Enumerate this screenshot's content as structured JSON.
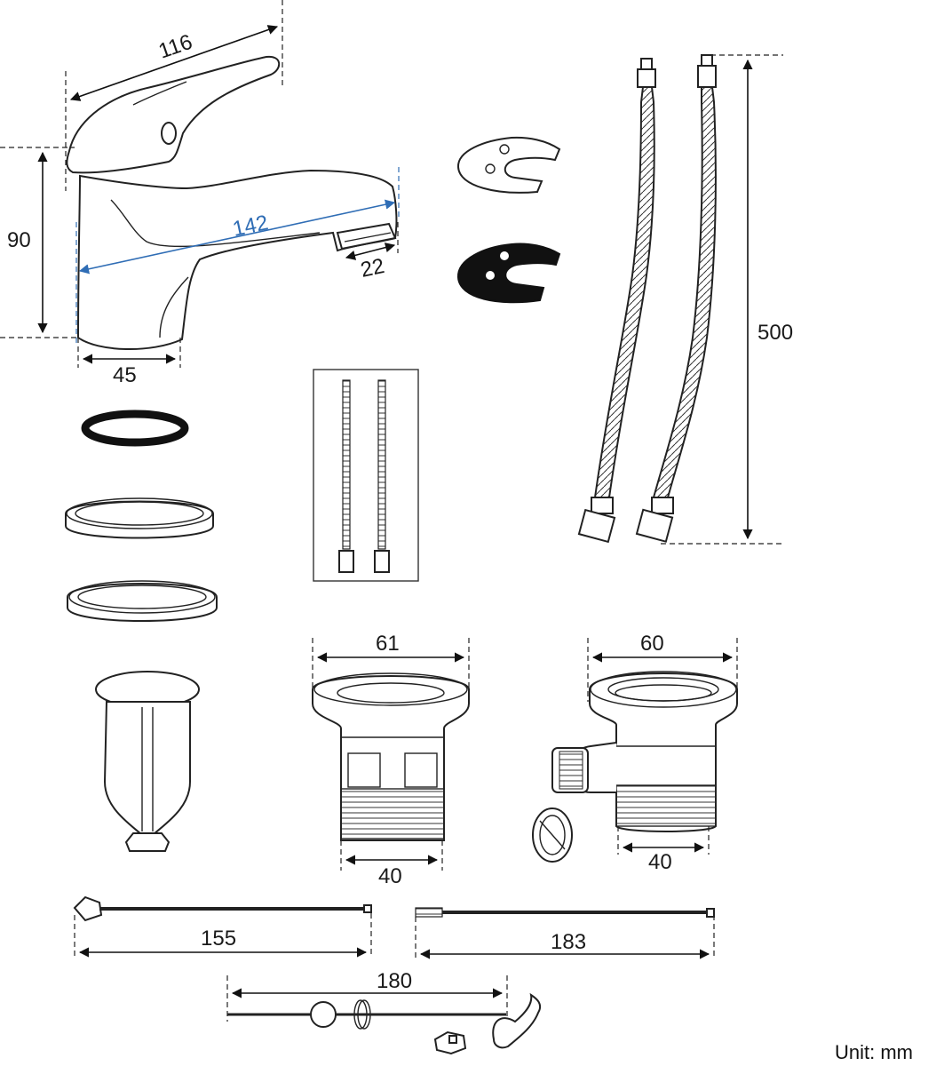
{
  "dimensions": {
    "faucet_length": "116",
    "faucet_height": "90",
    "spout_reach": "142",
    "spout_outlet": "22",
    "base_width": "45",
    "hose_length": "500",
    "popup_drain_top": "61",
    "popup_drain_bottom": "40",
    "overflow_drain_top": "60",
    "overflow_drain_bottom": "40",
    "lift_rod": "155",
    "pivot_rod": "183",
    "horizontal_rod": "180"
  },
  "unit_label": "Unit: mm",
  "colors": {
    "line": "#222222",
    "accent": "#2f6db5",
    "fill_dark": "#111111"
  }
}
